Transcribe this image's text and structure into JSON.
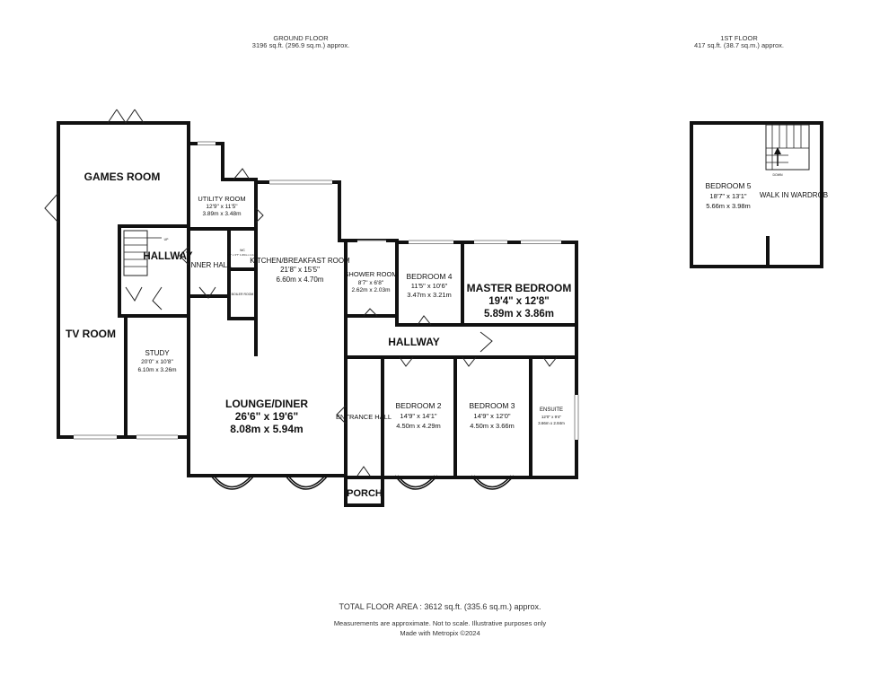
{
  "headers": {
    "ground": {
      "title": "GROUND FLOOR",
      "area": "3196 sq.ft. (296.9 sq.m.) approx."
    },
    "first": {
      "title": "1ST FLOOR",
      "area": "417 sq.ft. (38.7 sq.m.) approx."
    }
  },
  "rooms": {
    "games_room": {
      "name": "GAMES ROOM"
    },
    "tv_room": {
      "name": "TV ROOM"
    },
    "utility_room": {
      "name": "UTILITY ROOM",
      "dim_imp": "12'9\" x 11'5\"",
      "dim_met": "3.89m x 3.48m"
    },
    "hallway_west": {
      "name": "HALLWAY"
    },
    "inner_hall": {
      "name": "INNER HALL"
    },
    "wc": {
      "name": "WC",
      "dim": "5'6\" x 3'7\" 1.66m x 1.10m"
    },
    "boiler_room": {
      "name": "BOILER ROOM"
    },
    "kitchen": {
      "name": "KITCHEN/BREAKFAST ROOM",
      "dim_imp": "21'8\" x 15'5\"",
      "dim_met": "6.60m x 4.70m"
    },
    "study": {
      "name": "STUDY",
      "dim_imp": "20'0\" x 10'8\"",
      "dim_met": "6.10m x 3.26m"
    },
    "lounge": {
      "name": "LOUNGE/DINER",
      "dim_imp": "26'6\" x 19'6\"",
      "dim_met": "8.08m x 5.94m"
    },
    "shower_room": {
      "name": "SHOWER ROOM",
      "dim_imp": "8'7\" x 6'8\"",
      "dim_met": "2.62m x 2.03m"
    },
    "bedroom4": {
      "name": "BEDROOM 4",
      "dim_imp": "11'5\" x 10'6\"",
      "dim_met": "3.47m x 3.21m"
    },
    "master_bedroom": {
      "name": "MASTER BEDROOM",
      "dim_imp": "19'4\" x 12'8\"",
      "dim_met": "5.89m x 3.86m"
    },
    "hallway_east": {
      "name": "HALLWAY"
    },
    "entrance_hall": {
      "name": "ENTRANCE HALL"
    },
    "bedroom2": {
      "name": "BEDROOM 2",
      "dim_imp": "14'9\" x 14'1\"",
      "dim_met": "4.50m x 4.29m"
    },
    "bedroom3": {
      "name": "BEDROOM 3",
      "dim_imp": "14'9\" x 12'0\"",
      "dim_met": "4.50m x 3.66m"
    },
    "ensuite": {
      "name": "ENSUITE",
      "dim_imp": "12'0\" x 9'4\"",
      "dim_met": "3.66m x 2.84m"
    },
    "porch": {
      "name": "PORCH"
    },
    "bedroom5": {
      "name": "BEDROOM 5",
      "dim_imp": "18'7\" x 13'1\"",
      "dim_met": "5.66m x 3.98m"
    },
    "walk_in": {
      "name": "WALK IN WARDROB"
    },
    "stair_down": {
      "name": "DOWN"
    },
    "stair_up": {
      "name": "UP"
    }
  },
  "footer": {
    "total": "TOTAL FLOOR AREA : 3612 sq.ft. (335.6 sq.m.) approx.",
    "note": "Measurements are approximate.  Not to scale.  Illustrative purposes only",
    "credit": "Made with Metropix ©2024"
  }
}
